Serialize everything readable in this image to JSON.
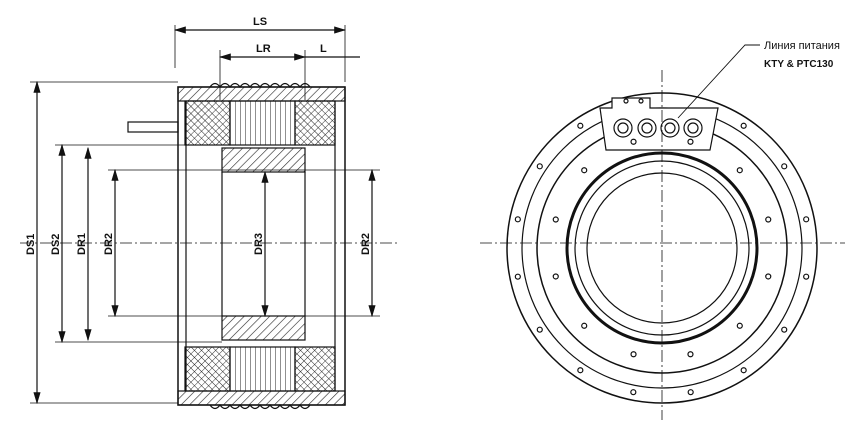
{
  "side_view": {
    "dimensions": {
      "ls": "LS",
      "lr": "LR",
      "l": "L",
      "ds1": "DS1",
      "ds2": "DS2",
      "dr1": "DR1",
      "dr2_left": "DR2",
      "dr3": "DR3",
      "dr2_right": "DR2"
    }
  },
  "front_view": {
    "callout_line1": "Линия питания",
    "callout_line2": "KTY & PTC130"
  }
}
